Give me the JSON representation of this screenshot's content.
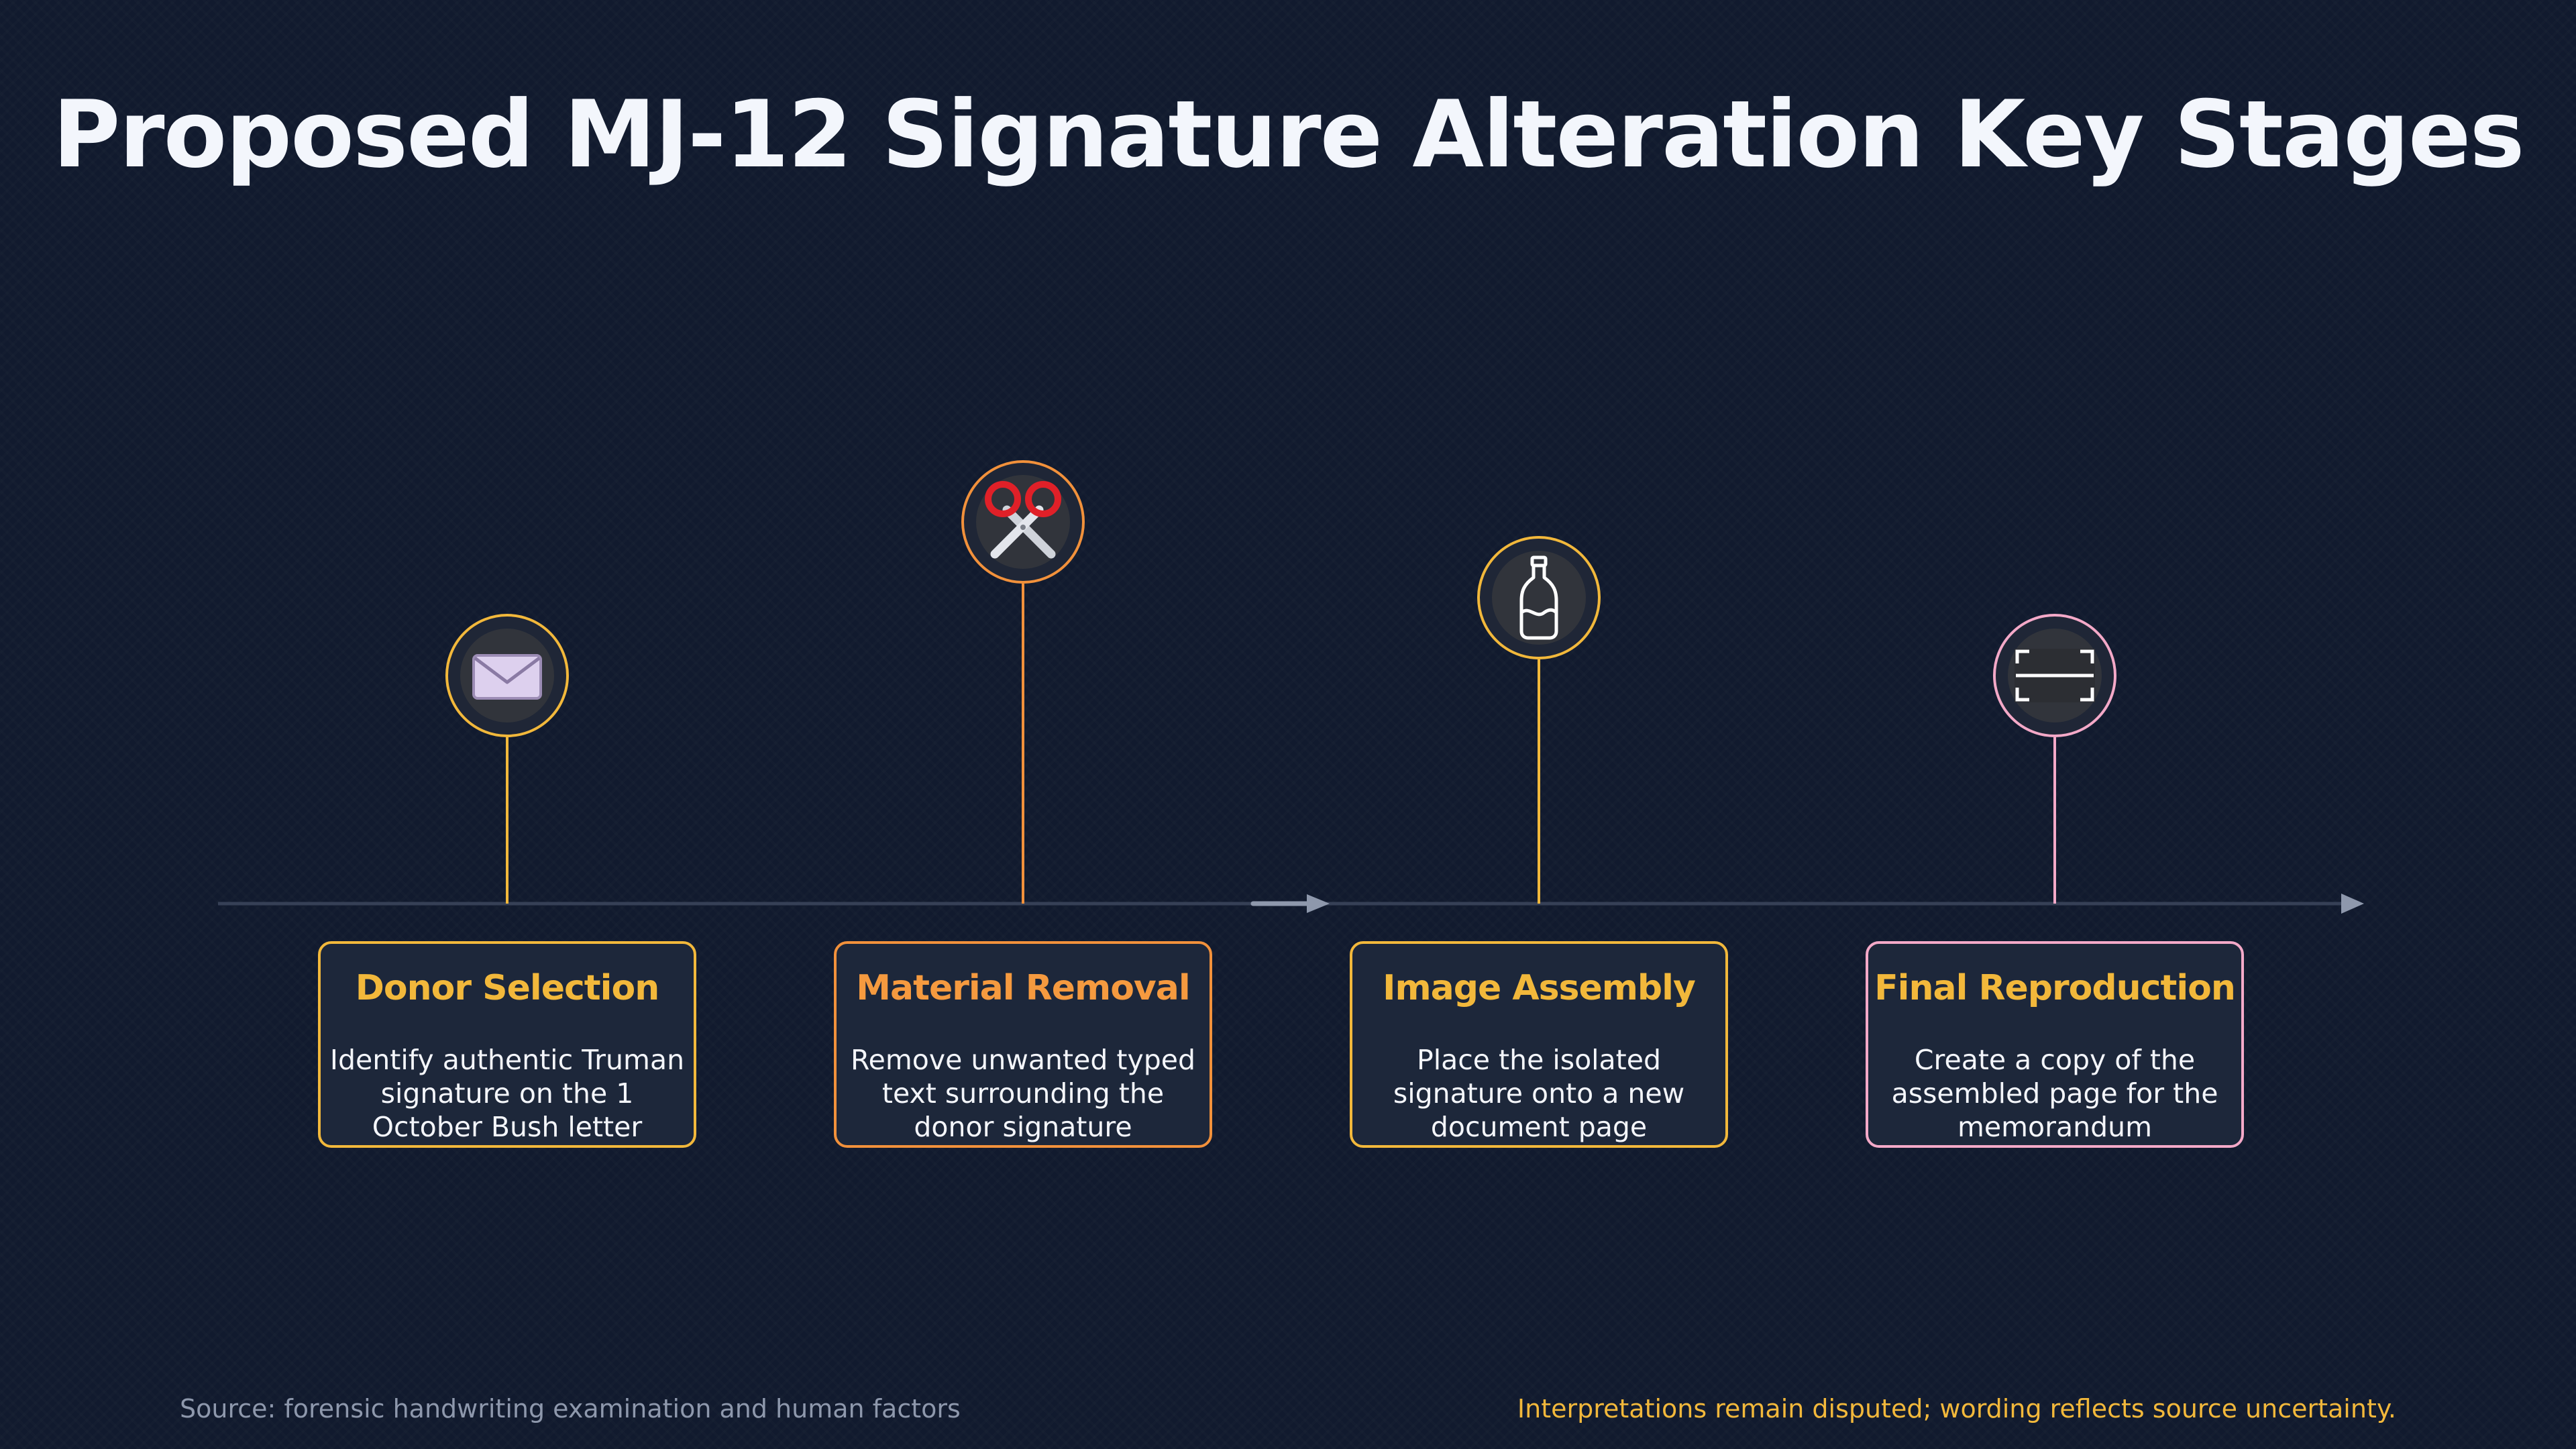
{
  "title": "Proposed MJ-12 Signature Alteration Key Stages",
  "stages": [
    {
      "title": "Donor Selection",
      "description": "Identify authentic Truman signature on the 1 October Bush letter",
      "icon": "envelope-icon",
      "accent": "#f2b83b",
      "title_color": "#f2b83b"
    },
    {
      "title": "Material Removal",
      "description": "Remove unwanted typed text surrounding the donor signature",
      "icon": "scissors-icon",
      "accent": "#f2913b",
      "title_color": "#f59a3f"
    },
    {
      "title": "Image Assembly",
      "description": "Place the isolated signature onto a new document page",
      "icon": "bottle-icon",
      "accent": "#f2b83b",
      "title_color": "#f2b83b"
    },
    {
      "title": "Final Reproduction",
      "description": "Create a copy of the assembled page for the memorandum",
      "icon": "scan-frame-icon",
      "accent": "#f4a9c8",
      "title_color": "#f2b83b"
    }
  ],
  "footer": {
    "source": "Source: forensic handwriting examination and human factors",
    "note": "Interpretations remain disputed; wording reflects source uncertainty."
  },
  "colors": {
    "background": "#111a2e",
    "axis": "#364056",
    "card_fill": "#1d273a",
    "icon_fill": "#31343b"
  }
}
